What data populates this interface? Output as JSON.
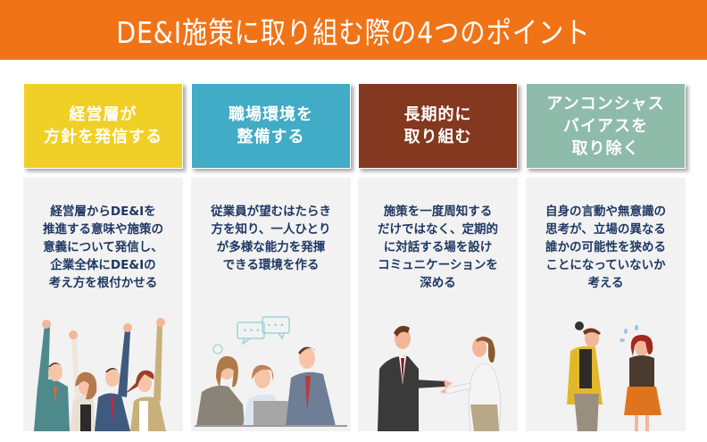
{
  "header": {
    "title": "DE&I施策に取り組む際の4つのポイント",
    "background_color": "#F07417"
  },
  "points": [
    {
      "title": "経営層が\n方針を発信する",
      "color": "#F0D026",
      "description": "経営層からDE&Iを\n推進する意味や施策の\n意義について発信し、\n企業全体にDE&Iの\n考え方を根付かせる",
      "illustration": "business-team-cheering-illustration"
    },
    {
      "title": "職場環境を\n整備する",
      "color": "#42ABC5",
      "description": "従業員が望むはたらき\n方を知り、一人ひとり\nが多様な能力を発揮\nできる環境を作る",
      "illustration": "team-discussing-at-laptop-illustration"
    },
    {
      "title": "長期的に\n取り組む",
      "color": "#843820",
      "description": "施策を一度周知する\nだけではなく、定期的\nに対話する場を設け\nコミュニケーションを\n深める",
      "illustration": "two-people-talking-illustration"
    },
    {
      "title": "アンコンシャス\nバイアスを\n取り除く",
      "color": "#8FBBAA",
      "description": "自身の言動や無意識の\n思考が、立場の異なる\n誰かの可能性を狭める\nことになっていないか\n考える",
      "illustration": "upset-man-and-woman-illustration"
    }
  ],
  "content_background": "#F2F2F2",
  "description_color": "#1F3864"
}
